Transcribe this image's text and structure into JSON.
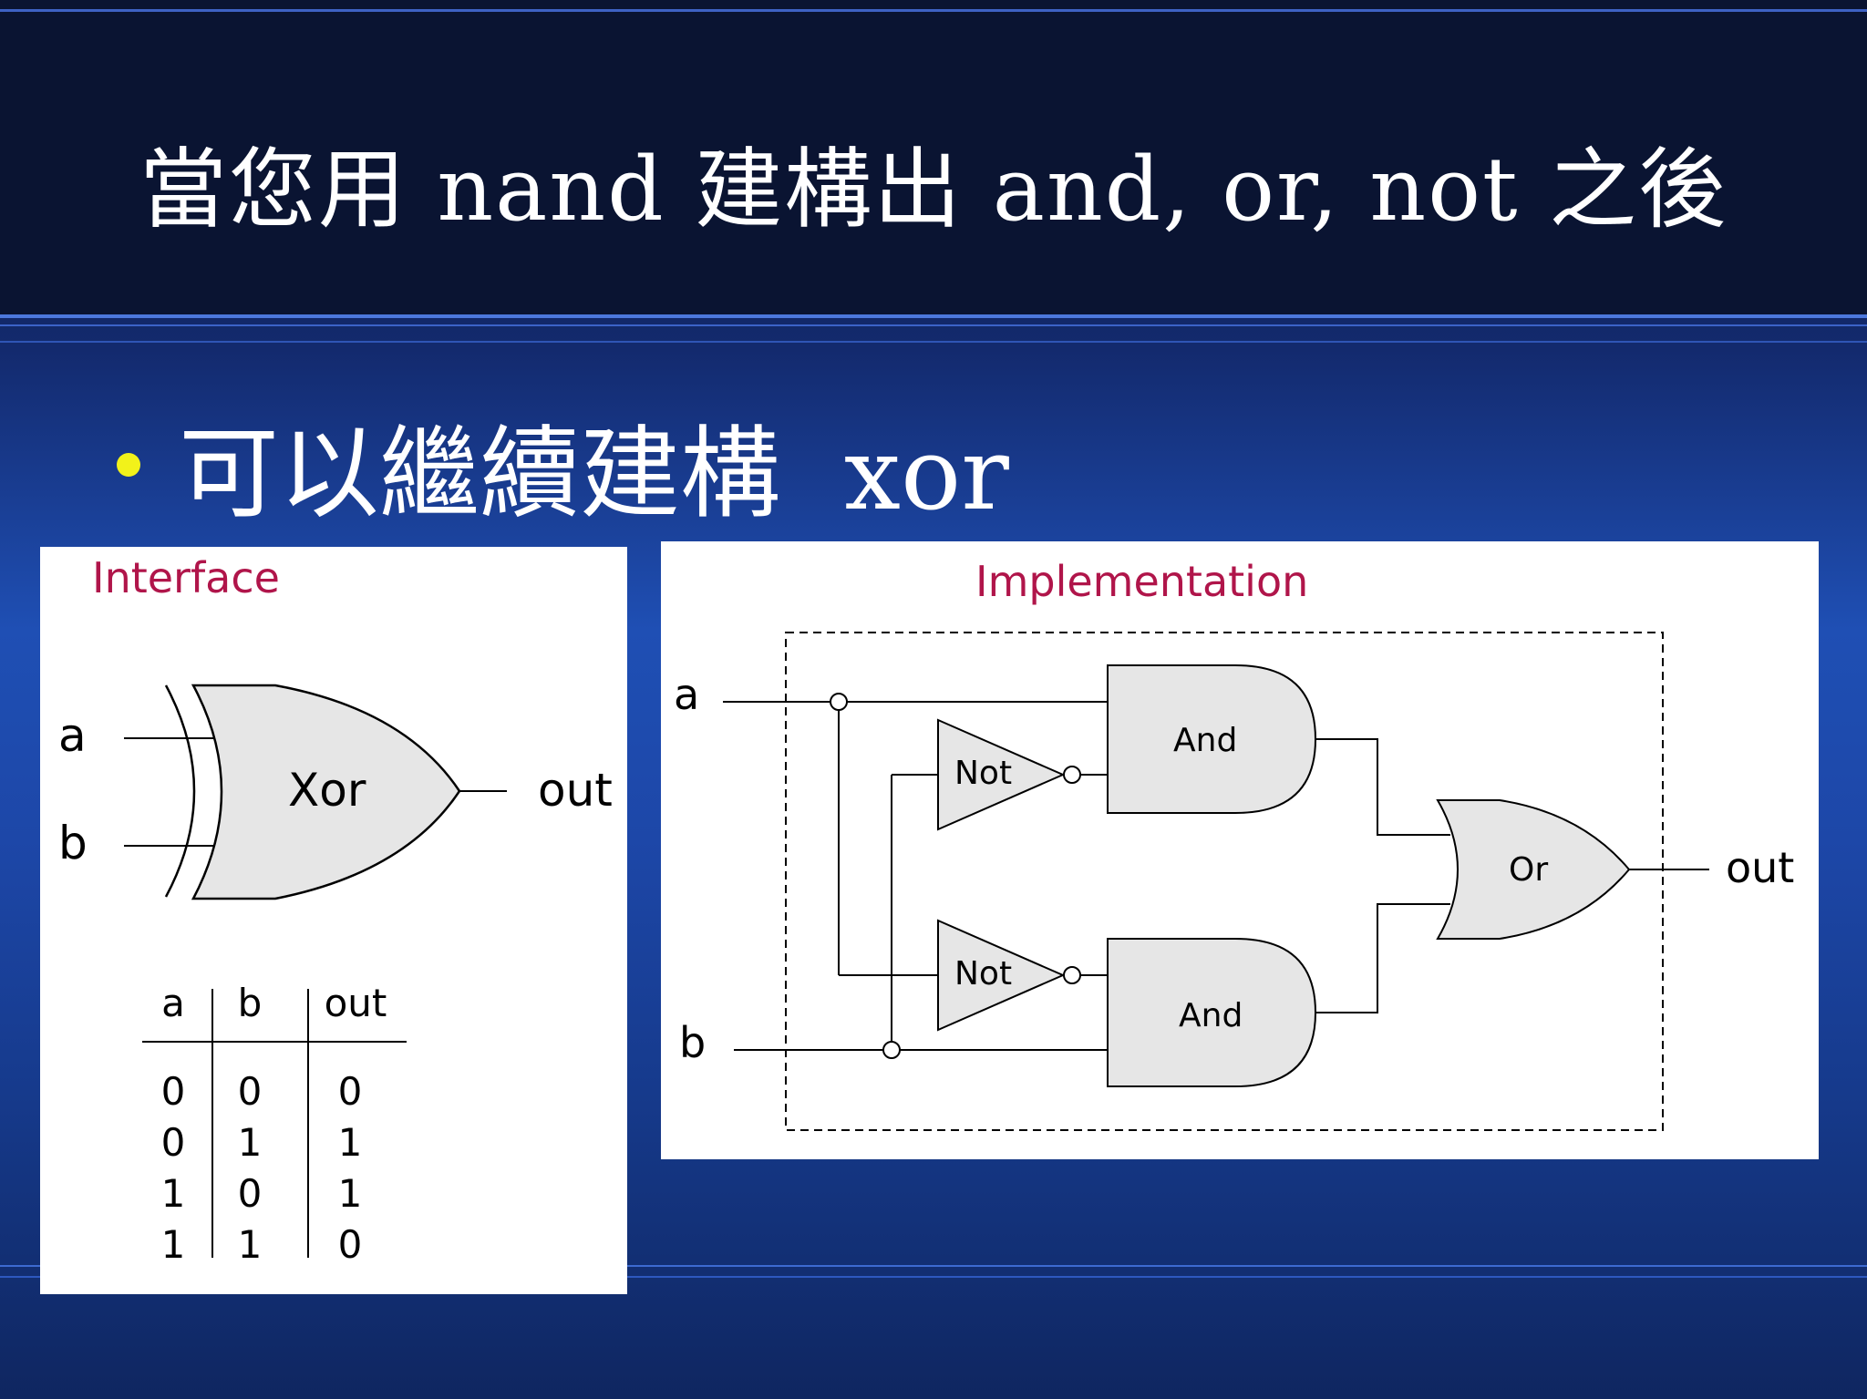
{
  "slide": {
    "title": "當您用 nand 建構出  and,  or,  not  之後",
    "bullet": "可以繼續建構  xor"
  },
  "interface_panel": {
    "heading": "Interface",
    "gate_label": "Xor",
    "input_a": "a",
    "input_b": "b",
    "output": "out",
    "truth_table": {
      "headers": [
        "a",
        "b",
        "out"
      ],
      "rows": [
        [
          "0",
          "0",
          "0"
        ],
        [
          "0",
          "1",
          "1"
        ],
        [
          "1",
          "0",
          "1"
        ],
        [
          "1",
          "1",
          "0"
        ]
      ]
    }
  },
  "implementation_panel": {
    "heading": "Implementation",
    "input_a": "a",
    "input_b": "b",
    "output": "out",
    "not_top": "Not",
    "not_bottom": "Not",
    "and_top": "And",
    "and_bottom": "And",
    "or_gate": "Or"
  },
  "colors": {
    "heading_red": "#b0154a",
    "gate_fill": "#e6e6e6",
    "bullet_yellow": "#f2f21a"
  }
}
